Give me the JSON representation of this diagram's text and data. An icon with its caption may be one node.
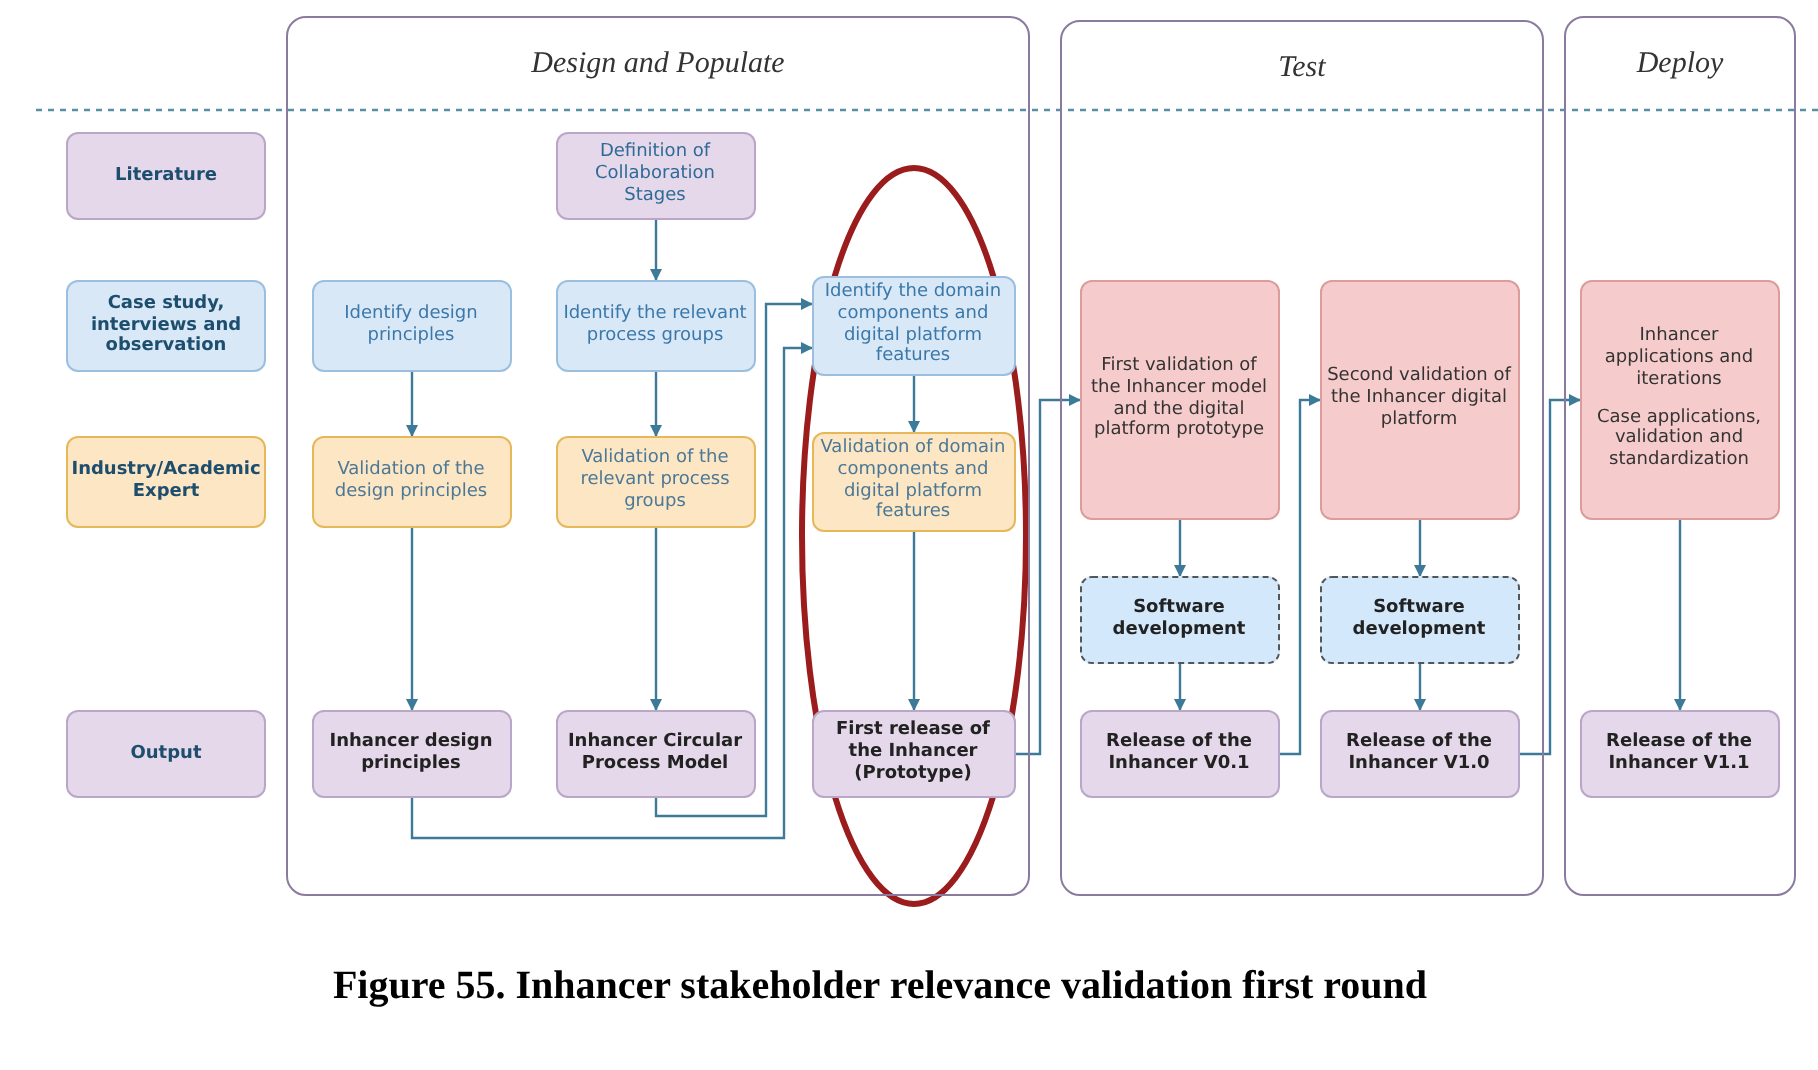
{
  "diagram": {
    "caption": "Figure 55. Inhancer stakeholder relevance validation first round",
    "nodes": [
      {
        "text": [
          "Design and Populate"
        ]
      },
      {
        "text": [
          "Test"
        ]
      },
      {
        "text": [
          "Deploy"
        ]
      },
      {
        "text": [
          "Literature"
        ]
      },
      {
        "text": [
          "Case study, interviews and observation"
        ]
      },
      {
        "text": [
          "Industry/Academic Expert"
        ]
      },
      {
        "text": [
          "Output"
        ]
      },
      {
        "text": [
          "Definition of Collaboration Stages"
        ],
        "in": 0
      },
      {
        "text": [
          "Identify design principles"
        ],
        "in": 0
      },
      {
        "text": [
          "Identify the relevant process groups"
        ],
        "in": 0
      },
      {
        "text": [
          "Identify the domain components and digital platform features"
        ],
        "in": 0
      },
      {
        "text": [
          "Validation of the design principles"
        ],
        "in": 0
      },
      {
        "text": [
          "Validation of the relevant process groups"
        ],
        "in": 0
      },
      {
        "text": [
          "Validation of domain components and digital platform features"
        ],
        "in": 0
      },
      {
        "text": [
          "Inhancer design principles"
        ],
        "in": 0
      },
      {
        "text": [
          "Inhancer Circular Process Model"
        ],
        "in": 0
      },
      {
        "text": [
          "First release of the Inhancer (Prototype)"
        ],
        "in": 0
      },
      {
        "text": [
          "First validation of the Inhancer model and the digital platform prototype"
        ],
        "in": 1
      },
      {
        "text": [
          "Second validation of the Inhancer digital platform"
        ],
        "in": 1
      },
      {
        "text": [
          "Software development"
        ],
        "in": 1
      },
      {
        "text": [
          "Software development"
        ],
        "in": 1
      },
      {
        "text": [
          "Release of the Inhancer V0.1"
        ],
        "in": 1
      },
      {
        "text": [
          "Release of the Inhancer V1.0"
        ],
        "in": 1
      },
      {
        "text": [
          "Inhancer applications and iterations",
          "Case applications, validation and standardization"
        ],
        "in": 2
      },
      {
        "text": [
          "Release of the Inhancer V1.1"
        ],
        "in": 2
      }
    ],
    "edges": [
      {
        "from": 7,
        "to": 9,
        "arrow": "to"
      },
      {
        "from": 8,
        "to": 11,
        "arrow": "to"
      },
      {
        "from": 9,
        "to": 12,
        "arrow": "to"
      },
      {
        "from": 10,
        "to": 13,
        "arrow": "to"
      },
      {
        "from": 11,
        "to": 14,
        "arrow": "to"
      },
      {
        "from": 12,
        "to": 15,
        "arrow": "to"
      },
      {
        "from": 13,
        "to": 16,
        "arrow": "to"
      },
      {
        "from": 14,
        "to": 10,
        "arrow": "to"
      },
      {
        "from": 15,
        "to": 10,
        "arrow": "to"
      },
      {
        "from": 16,
        "to": 17,
        "arrow": "to"
      },
      {
        "from": 17,
        "to": 19,
        "arrow": "to"
      },
      {
        "from": 19,
        "to": 21,
        "arrow": "to"
      },
      {
        "from": 21,
        "to": 18,
        "arrow": "to"
      },
      {
        "from": 18,
        "to": 20,
        "arrow": "to"
      },
      {
        "from": 20,
        "to": 22,
        "arrow": "to"
      },
      {
        "from": 22,
        "to": 23,
        "arrow": "to"
      },
      {
        "from": 23,
        "to": 24,
        "arrow": "to"
      }
    ]
  }
}
